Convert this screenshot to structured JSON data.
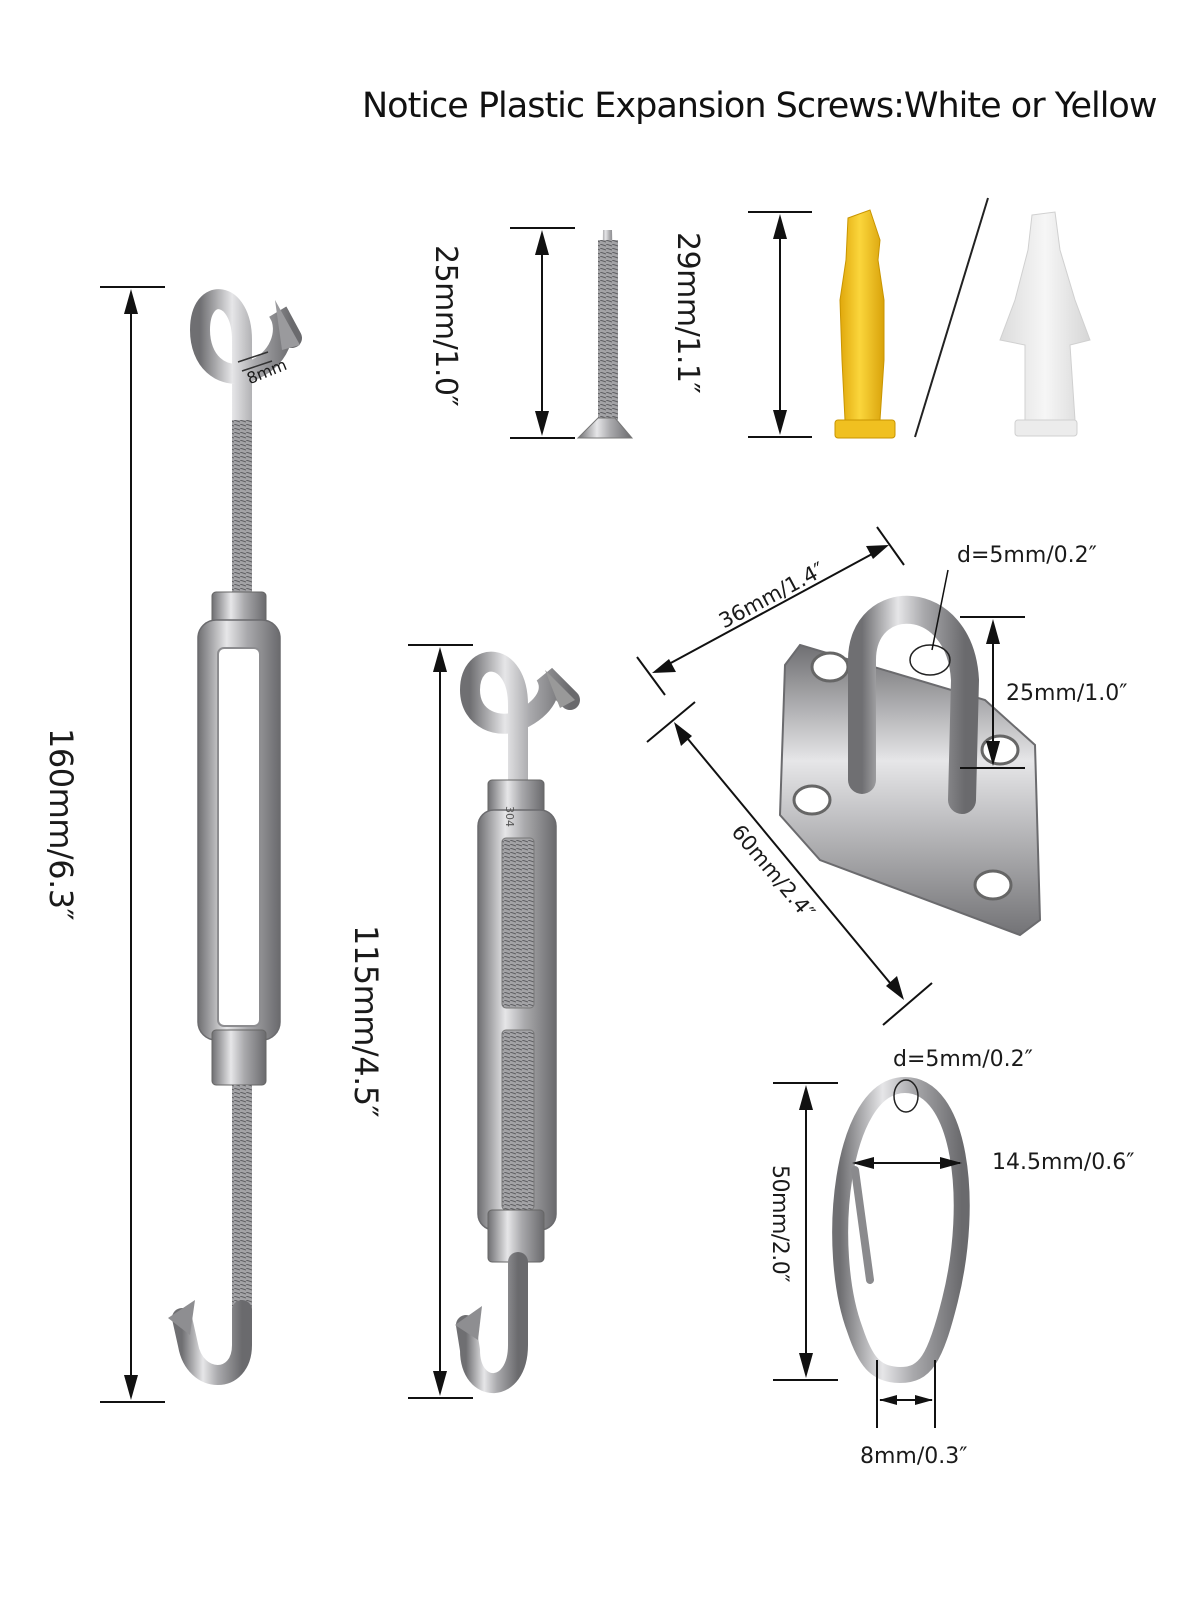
{
  "title": "Notice Plastic Expansion Screws:White or Yellow",
  "dimensions": {
    "turnbuckle_large_length": "160mm/6.3″",
    "turnbuckle_small_length": "115mm/4.5″",
    "hook_opening": "8mm",
    "screw_length": "25mm/1.0″",
    "anchor_length": "29mm/1.1″",
    "pad_eye_width": "36mm/1.4″",
    "pad_eye_diameter": "d=5mm/0.2″",
    "pad_eye_height": "25mm/1.0″",
    "pad_eye_length": "60mm/2.4″",
    "carabiner_diameter": "d=5mm/0.2″",
    "carabiner_width": "14.5mm/0.6″",
    "carabiner_length": "50mm/2.0″",
    "carabiner_opening": "8mm/0.3″"
  },
  "stamp": "304",
  "colors": {
    "steel": "#b9b9bb",
    "steel_dark": "#7d7d80",
    "anchor_yellow": "#f2c21b",
    "anchor_white": "#e9e9e9",
    "line": "#111111"
  },
  "icons": [
    "turnbuckle-icon",
    "screw-icon",
    "anchor-icon",
    "pad-eye-icon",
    "carabiner-icon"
  ]
}
